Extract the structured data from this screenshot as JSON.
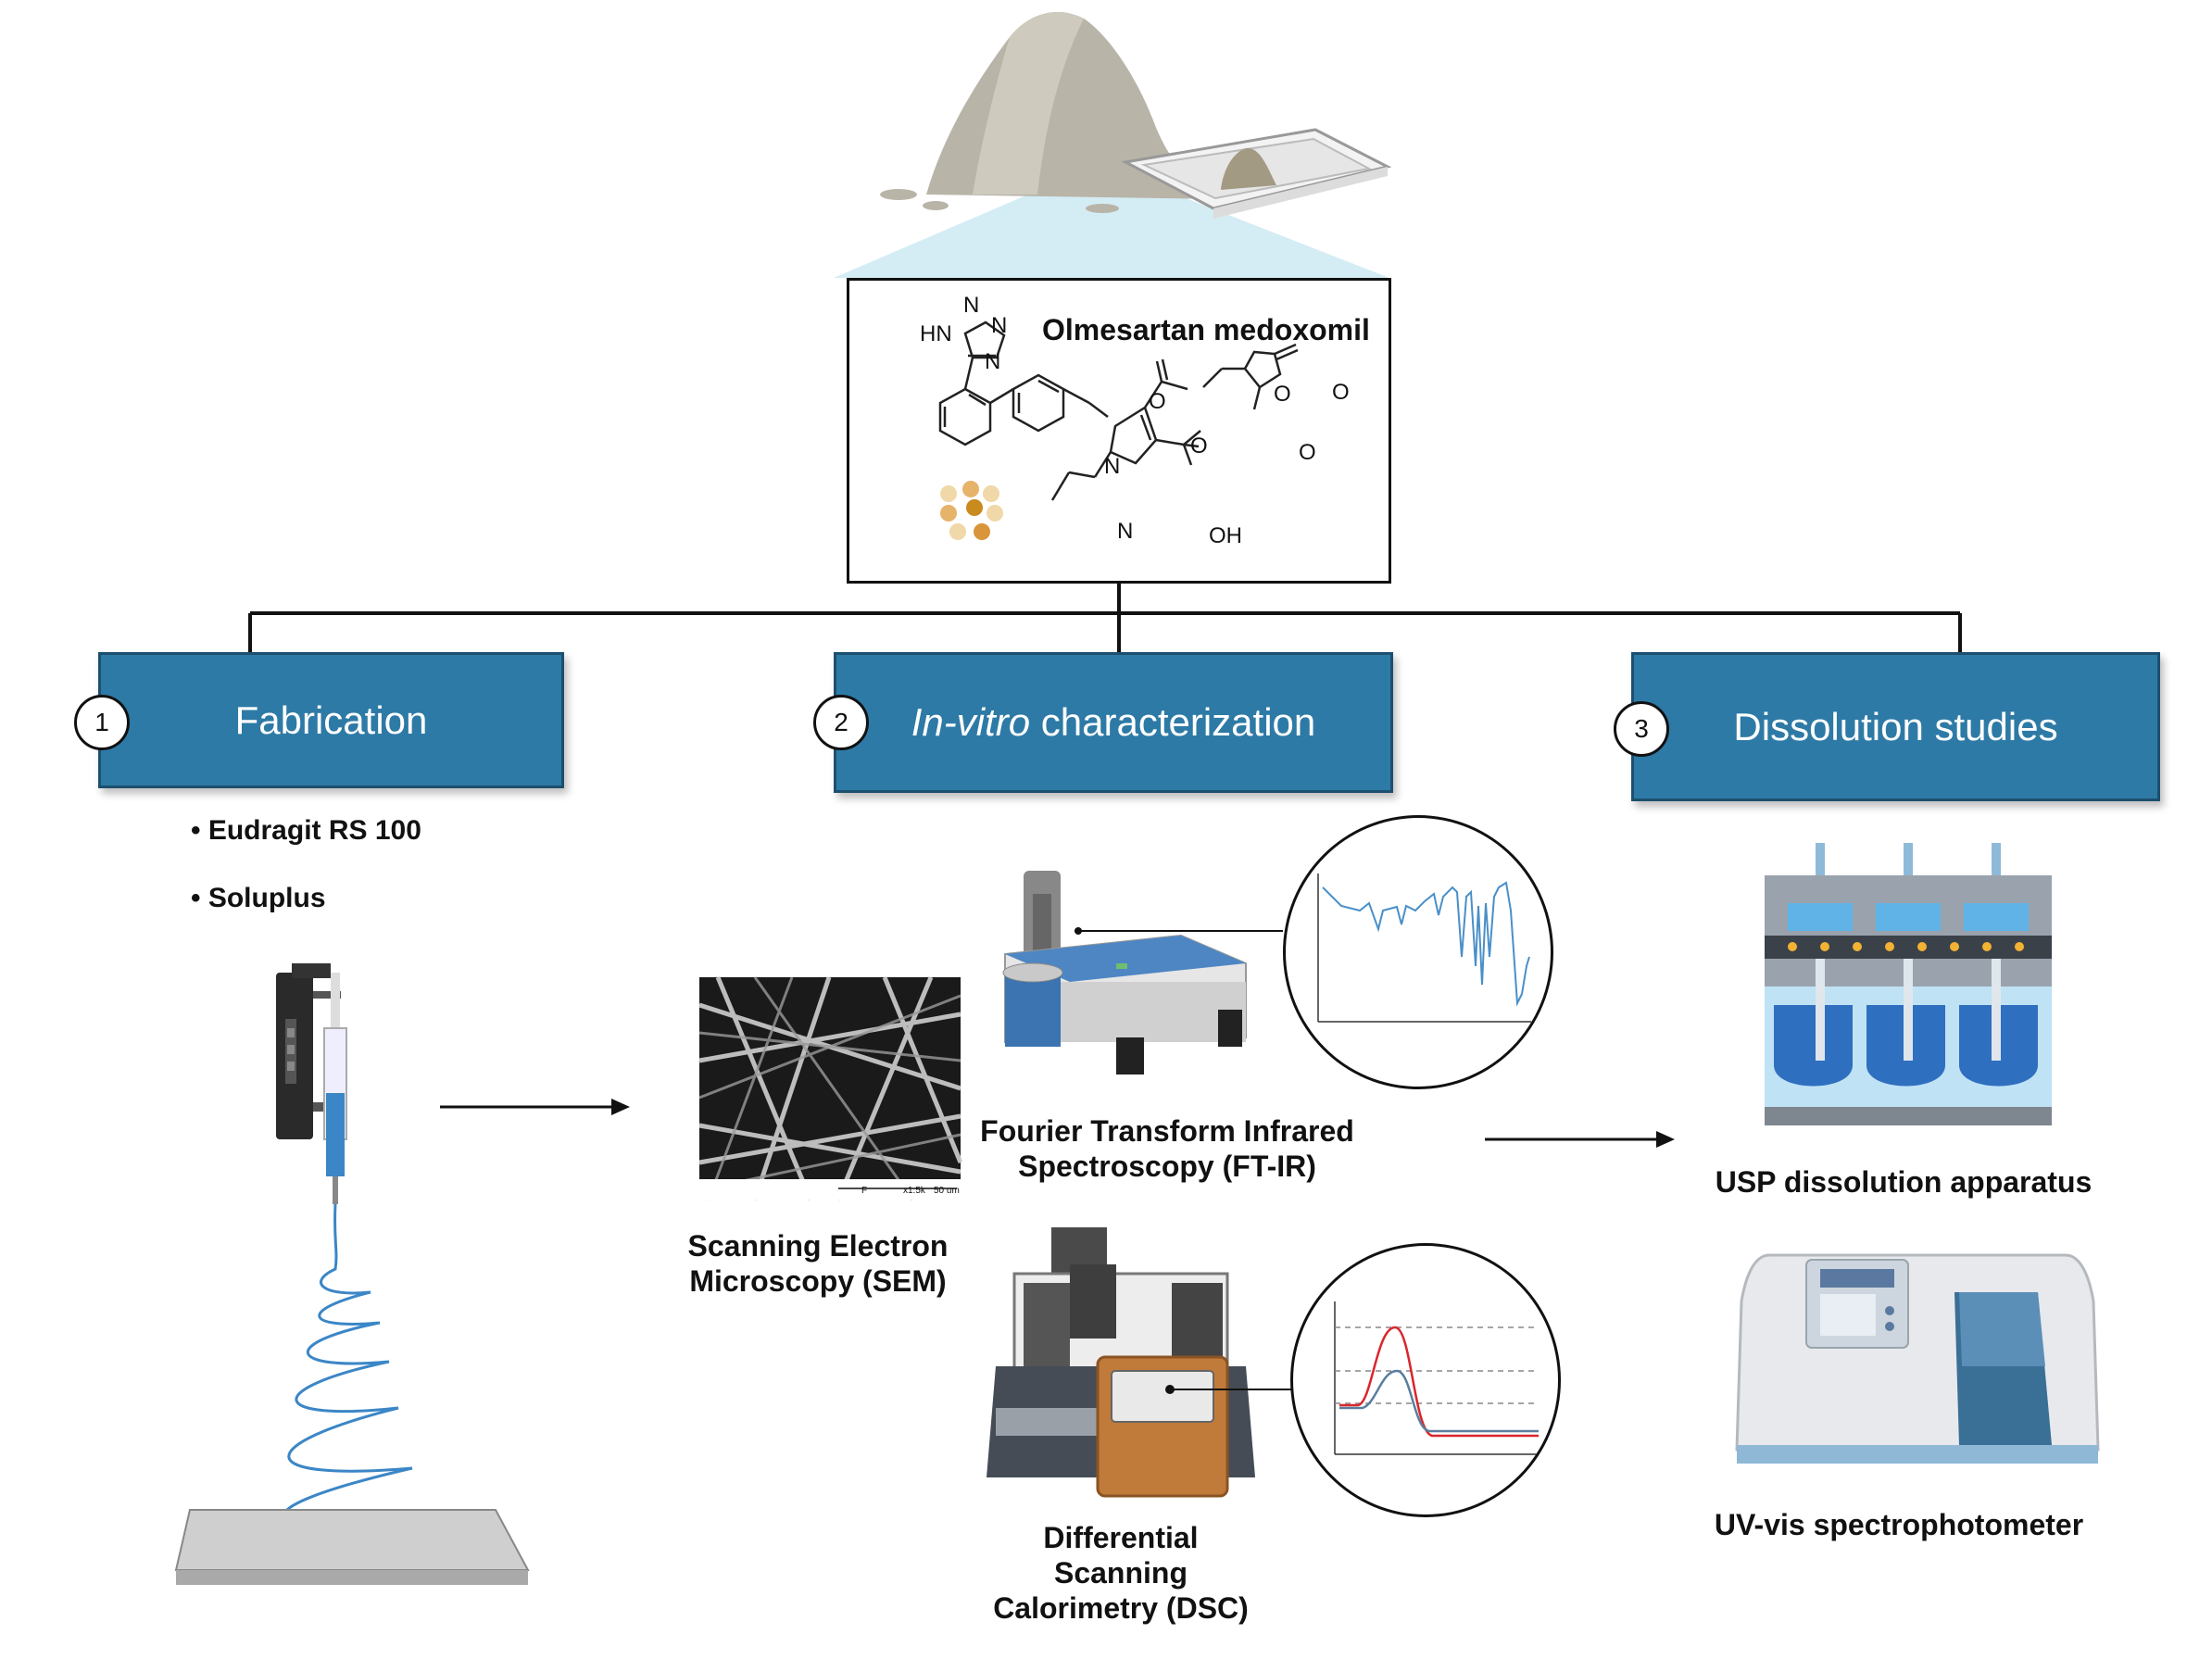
{
  "compound": {
    "name": "Olmesartan medoxomil",
    "atoms": {
      "hn": "HN",
      "n": "N",
      "o": "O",
      "oh": "OH"
    }
  },
  "stages": [
    {
      "number": "1",
      "label": "Fabrication"
    },
    {
      "number": "2",
      "label_italic": "In-vitro",
      "label_rest": " characterization"
    },
    {
      "number": "3",
      "label": "Dissolution studies"
    }
  ],
  "fabrication": {
    "polymers": [
      "Eudragit RS 100",
      "Soluplus"
    ]
  },
  "characterization": {
    "sem_caption": [
      "Scanning Electron",
      "Microscopy (SEM)"
    ],
    "sem_scale": {
      "left": "F",
      "mag": "x1.5k",
      "bar": "50 um"
    },
    "ftir_caption": [
      "Fourier Transform Infrared",
      "Spectroscopy (FT-IR)"
    ],
    "dsc_caption": [
      "Differential",
      "Scanning",
      "Calorimetry (DSC)"
    ]
  },
  "dissolution": {
    "usp_caption": "USP dissolution apparatus",
    "uv_caption": "UV-vis spectrophotometer"
  },
  "colors": {
    "stage_blue": "#2e7aa6",
    "stage_border": "#1d4f6e",
    "dsc_red": "#d9262b",
    "dsc_blue": "#5a7d9c",
    "ftir_blue": "#4a8fc8"
  }
}
